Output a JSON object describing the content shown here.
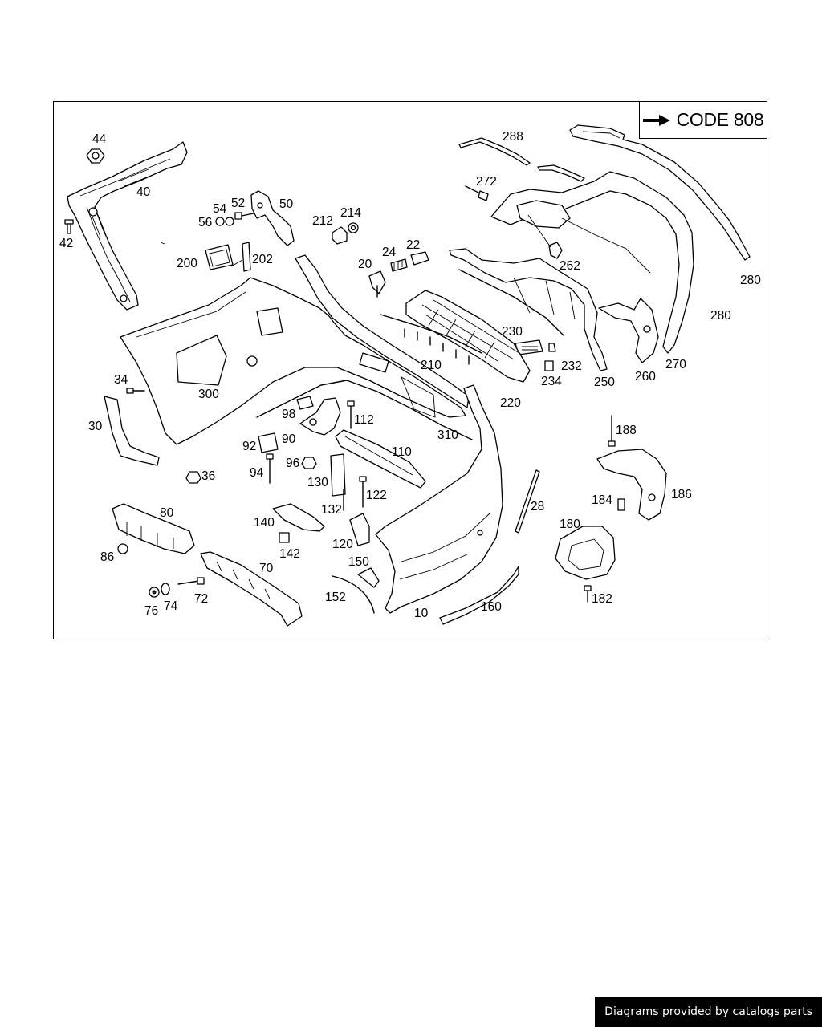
{
  "code_box": {
    "label": "CODE 808",
    "arrow_icon": "arrow-right-icon"
  },
  "footer": {
    "text": "Diagrams provided by catalogs parts"
  },
  "callouts": [
    {
      "id": "c44",
      "text": "44"
    },
    {
      "id": "c40",
      "text": "40"
    },
    {
      "id": "c42",
      "text": "42"
    },
    {
      "id": "c54",
      "text": "54"
    },
    {
      "id": "c52",
      "text": "52"
    },
    {
      "id": "c50",
      "text": "50"
    },
    {
      "id": "c56",
      "text": "56"
    },
    {
      "id": "c212",
      "text": "212"
    },
    {
      "id": "c214",
      "text": "214"
    },
    {
      "id": "c288",
      "text": "288"
    },
    {
      "id": "c272",
      "text": "272"
    },
    {
      "id": "c200",
      "text": "200"
    },
    {
      "id": "c202",
      "text": "202"
    },
    {
      "id": "c24",
      "text": "24"
    },
    {
      "id": "c22",
      "text": "22"
    },
    {
      "id": "c20",
      "text": "20"
    },
    {
      "id": "c262",
      "text": "262"
    },
    {
      "id": "c280a",
      "text": "280"
    },
    {
      "id": "c280b",
      "text": "280"
    },
    {
      "id": "c230",
      "text": "230"
    },
    {
      "id": "c232",
      "text": "232"
    },
    {
      "id": "c234",
      "text": "234"
    },
    {
      "id": "c210",
      "text": "210"
    },
    {
      "id": "c250",
      "text": "250"
    },
    {
      "id": "c260",
      "text": "260"
    },
    {
      "id": "c270",
      "text": "270"
    },
    {
      "id": "c220",
      "text": "220"
    },
    {
      "id": "c34",
      "text": "34"
    },
    {
      "id": "c300",
      "text": "300"
    },
    {
      "id": "c98",
      "text": "98"
    },
    {
      "id": "c112",
      "text": "112"
    },
    {
      "id": "c310",
      "text": "310"
    },
    {
      "id": "c30",
      "text": "30"
    },
    {
      "id": "c92",
      "text": "92"
    },
    {
      "id": "c90",
      "text": "90"
    },
    {
      "id": "c110",
      "text": "110"
    },
    {
      "id": "c188",
      "text": "188"
    },
    {
      "id": "c36",
      "text": "36"
    },
    {
      "id": "c94",
      "text": "94"
    },
    {
      "id": "c96",
      "text": "96"
    },
    {
      "id": "c130",
      "text": "130"
    },
    {
      "id": "c122",
      "text": "122"
    },
    {
      "id": "c186",
      "text": "186"
    },
    {
      "id": "c184",
      "text": "184"
    },
    {
      "id": "c28",
      "text": "28"
    },
    {
      "id": "c80",
      "text": "80"
    },
    {
      "id": "c132",
      "text": "132"
    },
    {
      "id": "c140",
      "text": "140"
    },
    {
      "id": "c180",
      "text": "180"
    },
    {
      "id": "c142",
      "text": "142"
    },
    {
      "id": "c120",
      "text": "120"
    },
    {
      "id": "c86",
      "text": "86"
    },
    {
      "id": "c70",
      "text": "70"
    },
    {
      "id": "c150",
      "text": "150"
    },
    {
      "id": "c72",
      "text": "72"
    },
    {
      "id": "c152",
      "text": "152"
    },
    {
      "id": "c182",
      "text": "182"
    },
    {
      "id": "c160",
      "text": "160"
    },
    {
      "id": "c76",
      "text": "76"
    },
    {
      "id": "c74",
      "text": "74"
    },
    {
      "id": "c10",
      "text": "10"
    }
  ]
}
